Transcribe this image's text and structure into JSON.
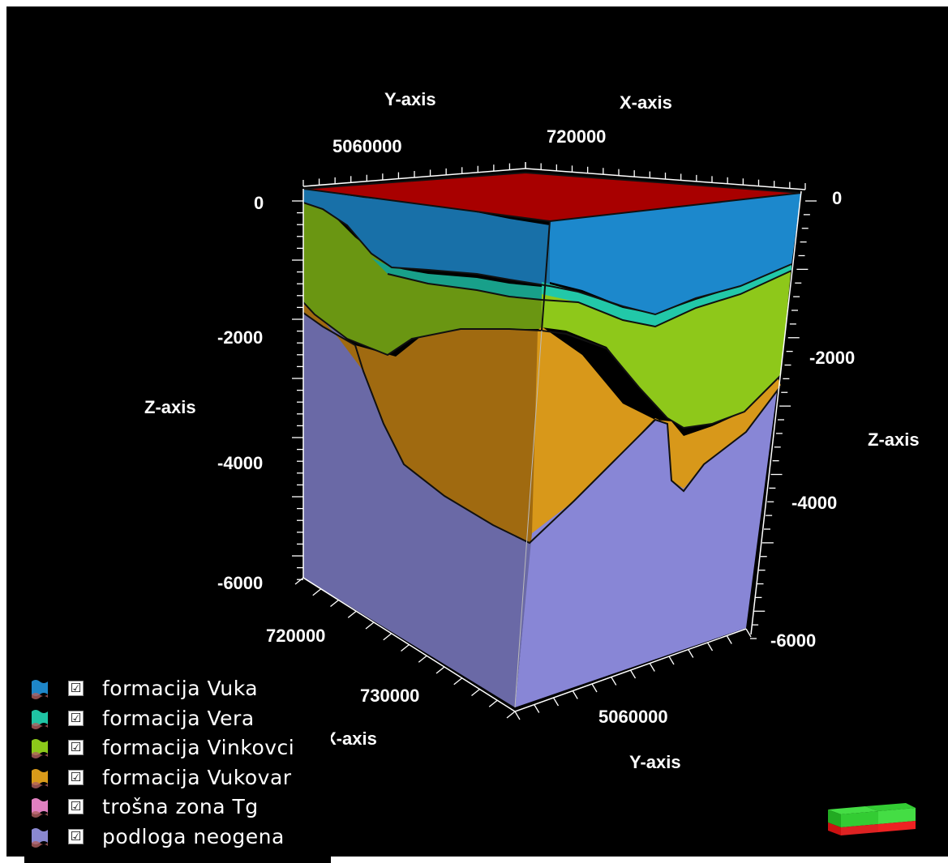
{
  "axes": {
    "y_axis_top_label": "Y-axis",
    "x_axis_top_label": "X-axis",
    "y_tick_top": "5060000",
    "x_tick_top": "720000",
    "z_axis_left_label": "Z-axis",
    "z_axis_right_label": "Z-axis",
    "z_left_ticks": [
      "0",
      "-2000",
      "-4000",
      "-6000"
    ],
    "z_right_ticks": [
      "0",
      "-2000",
      "-4000",
      "-6000"
    ],
    "x_axis_bottom_label": "X-axis",
    "x_bottom_ticks": [
      "720000",
      "730000"
    ],
    "y_axis_bottom_label": "Y-axis",
    "y_bottom_tick": "5060000"
  },
  "legend": {
    "items": [
      {
        "label": "formacija Vuka",
        "checked": true,
        "check": "☑",
        "color": "#1e86c8"
      },
      {
        "label": "formacija Vera",
        "checked": true,
        "check": "☑",
        "color": "#1fc4a4"
      },
      {
        "label": "formacija Vinkovci",
        "checked": true,
        "check": "☑",
        "color": "#8cc81a"
      },
      {
        "label": "formacija Vukovar",
        "checked": true,
        "check": "☑",
        "color": "#d89a1a"
      },
      {
        "label": "trošna zona Tg",
        "checked": true,
        "check": "☑",
        "color": "#e080c0"
      },
      {
        "label": "podloga neogena",
        "checked": true,
        "check": "☑",
        "color": "#8a88d0"
      }
    ]
  },
  "colors": {
    "background": "#000000",
    "top_surface": "#b00000",
    "vuka": "#1c88cc",
    "vera": "#22c8a8",
    "vinkovci": "#8ec81a",
    "vukovar": "#d8981a",
    "podloga": "#8886d6"
  }
}
